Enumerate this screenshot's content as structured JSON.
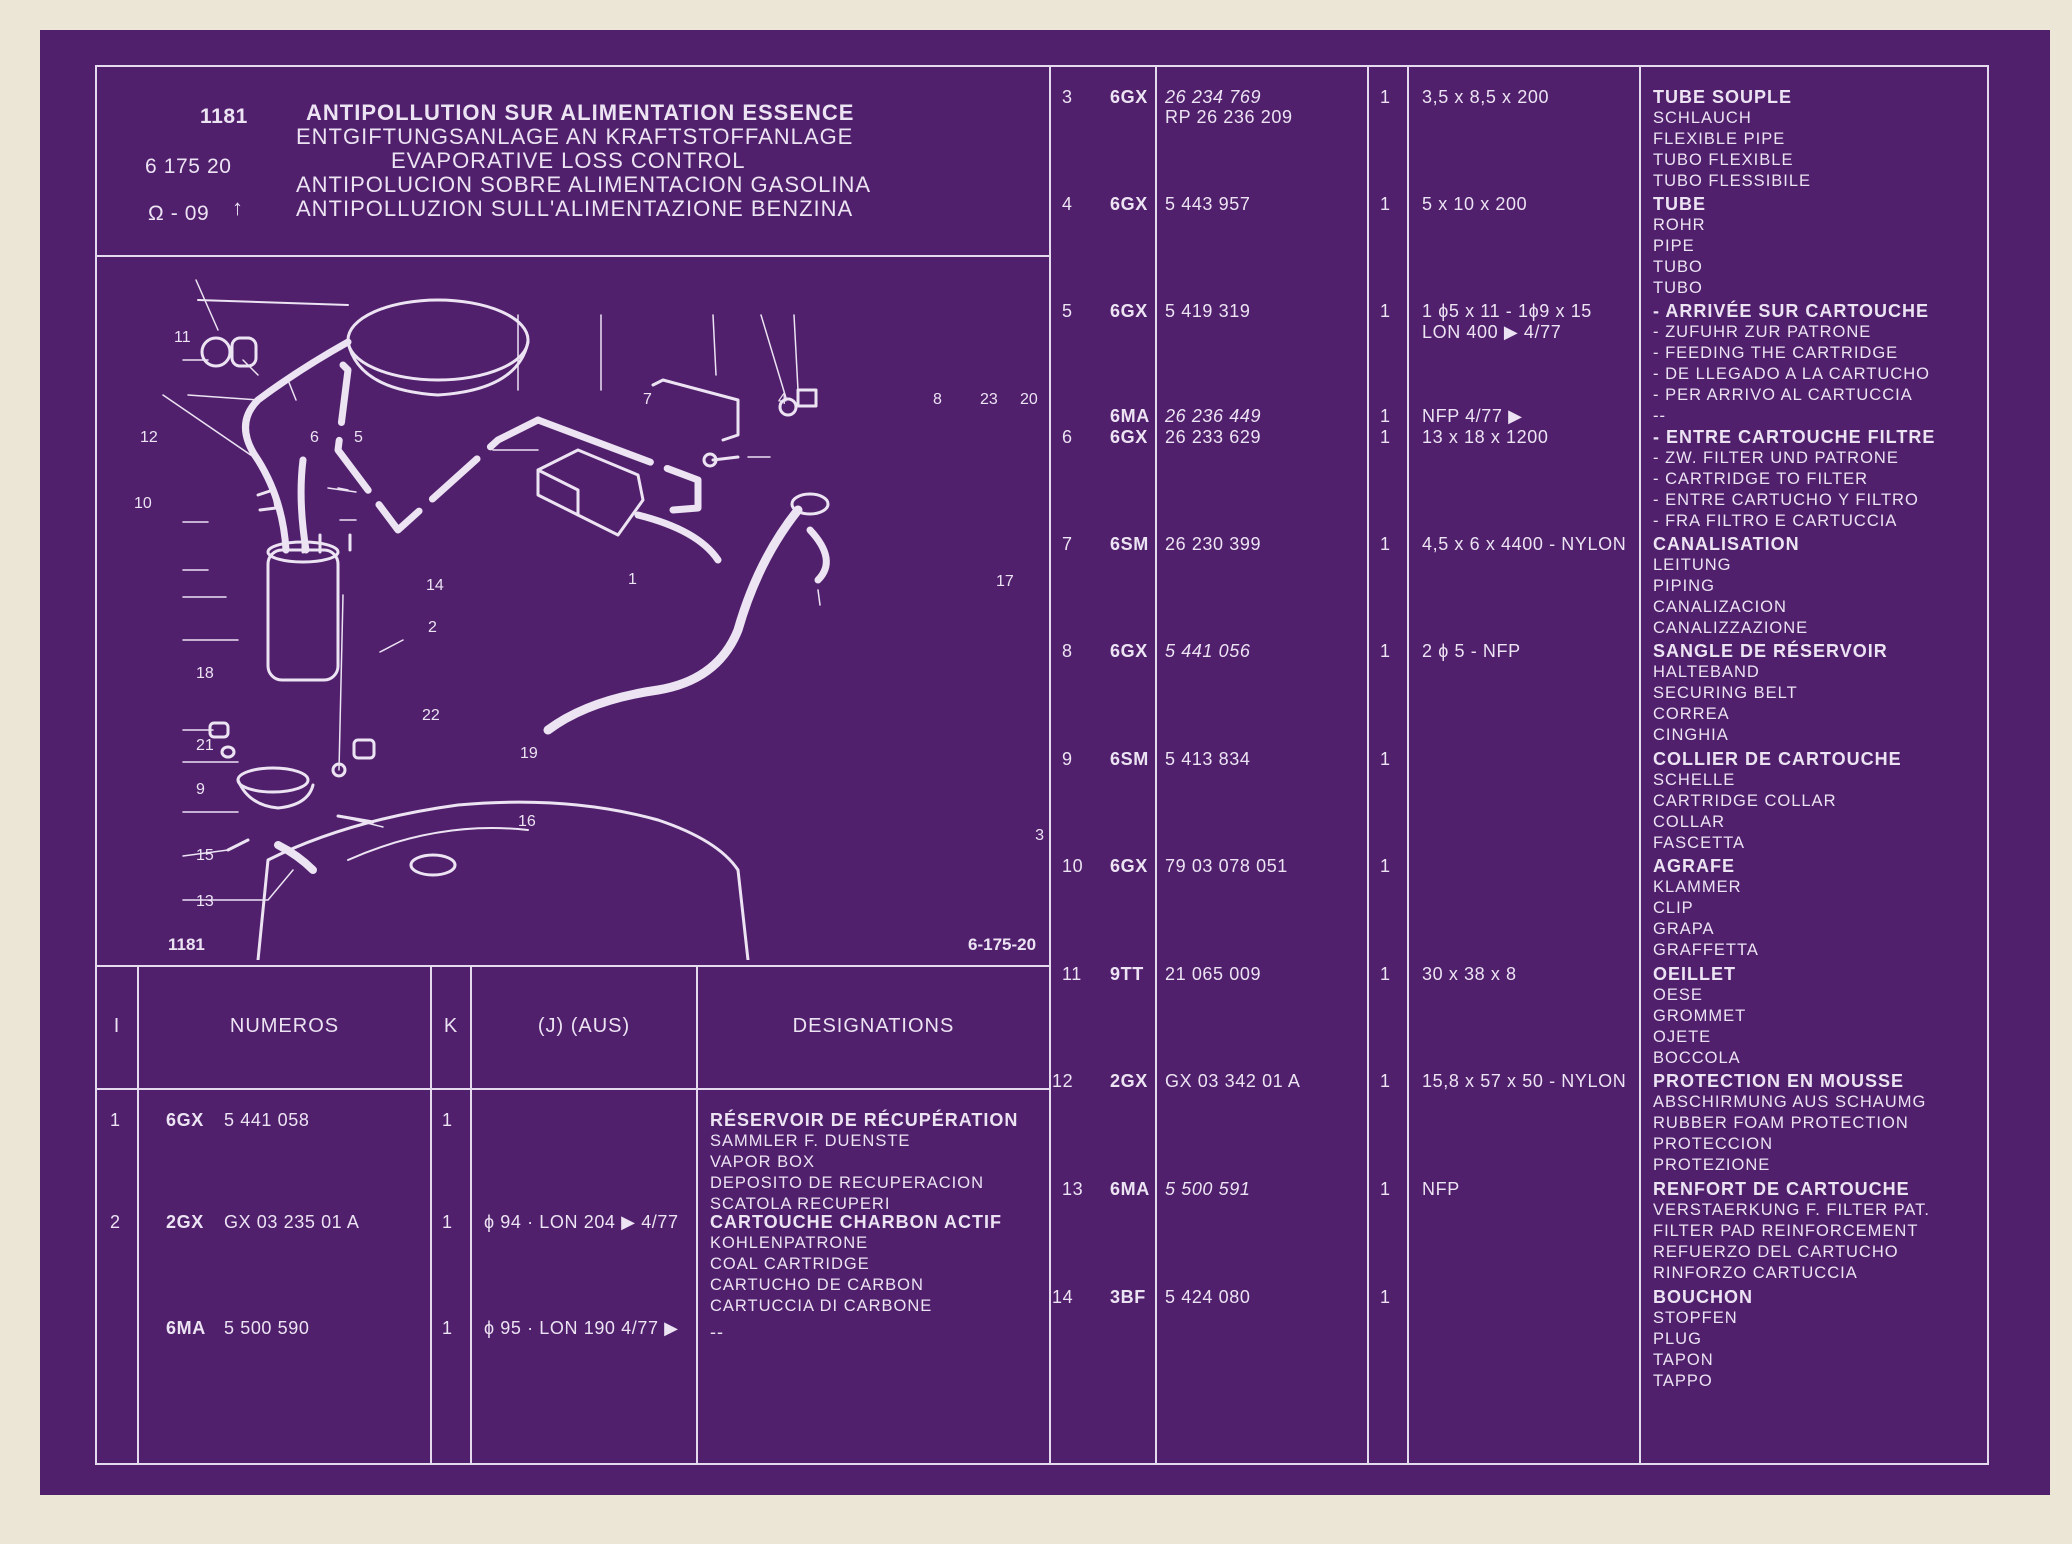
{
  "header": {
    "code": "1181",
    "ref": "6  175  20",
    "mark": "Ω - 09",
    "titles": [
      "ANTIPOLLUTION SUR ALIMENTATION ESSENCE",
      "ENTGIFTUNGSANLAGE AN KRAFTSTOFFANLAGE",
      "EVAPORATIVE LOSS CONTROL",
      "ANTIPOLUCION SOBRE ALIMENTACION GASOLINA",
      "ANTIPOLLUZION SULL'ALIMENTAZIONE BENZINA"
    ]
  },
  "diagram": {
    "code_left": "1181",
    "code_right": "6-175-20",
    "callouts": [
      "11",
      "12",
      "6",
      "5",
      "10",
      "7",
      "4",
      "8",
      "23",
      "20",
      "1",
      "14",
      "17",
      "2",
      "18",
      "21",
      "22",
      "19",
      "9",
      "16",
      "15",
      "13",
      "3"
    ]
  },
  "columns": {
    "i": "I",
    "numeros": "NUMEROS",
    "k": "K",
    "aus": "(J) (AUS)",
    "designations": "DESIGNATIONS"
  },
  "left_rows": [
    {
      "i": "1",
      "prefix": "6GX",
      "number": "5  441  058",
      "k": "1",
      "spec": "",
      "desc": [
        "RÉSERVOIR  DE RÉCUPÉRATION",
        "SAMMLER F. DUENSTE",
        "VAPOR BOX",
        "DEPOSITO DE RECUPERACION",
        "SCATOLA RECUPERI"
      ]
    },
    {
      "i": "2",
      "prefix": "2GX",
      "number": "GX  03  235  01  A",
      "k": "1",
      "spec": "ϕ 94 · LON 204 ▶ 4/77",
      "desc": [
        "CARTOUCHE CHARBON ACTIF",
        "KOHLENPATRONE",
        "COAL CARTRIDGE",
        "CARTUCHO DE CARBON",
        "CARTUCCIA DI CARBONE"
      ]
    },
    {
      "i": "",
      "prefix": "6MA",
      "number": "5  500  590",
      "k": "1",
      "spec": "ϕ 95 · LON 190 4/77 ▶",
      "desc": [
        "--"
      ]
    }
  ],
  "right_rows": [
    {
      "i": "3",
      "prefix": "6GX",
      "number": "26  234  769",
      "number2": "RP 26  236  209",
      "k": "1",
      "spec": "3,5 x 8,5 x 200",
      "spec2": "",
      "desc": [
        "TUBE SOUPLE",
        "SCHLAUCH",
        "FLEXIBLE PIPE",
        "TUBO FLEXIBLE",
        "TUBO FLESSIBILE"
      ]
    },
    {
      "i": "4",
      "prefix": "6GX",
      "number": "5  443  957",
      "number2": "",
      "k": "1",
      "spec": "5 x 10 x 200",
      "spec2": "",
      "desc": [
        "TUBE",
        "ROHR",
        "PIPE",
        "TUBO",
        "TUBO"
      ]
    },
    {
      "i": "5",
      "prefix": "6GX",
      "number": "5  419  319",
      "number2": "",
      "k": "1",
      "spec": "1 ϕ5 x 11 - 1ϕ9 x 15",
      "spec2": "LON 400            ▶ 4/77",
      "desc": [
        "- ARRIVÉE SUR CARTOUCHE",
        "- ZUFUHR ZUR PATRONE",
        "- FEEDING THE CARTRIDGE",
        "- DE LLEGADO A LA CARTUCHO",
        "- PER ARRIVO AL CARTUCCIA",
        "--"
      ]
    },
    {
      "i": "",
      "prefix": "6MA",
      "number": "26  236  449",
      "number2": "",
      "k": "1",
      "spec": "NFP                4/77 ▶",
      "spec2": "",
      "desc": []
    },
    {
      "i": "6",
      "prefix": "6GX",
      "number": "26  233  629",
      "number2": "",
      "k": "1",
      "spec": "13 x 18 x 1200",
      "spec2": "",
      "desc": [
        "- ENTRE CARTOUCHE FILTRE",
        "- ZW. FILTER UND PATRONE",
        "- CARTRIDGE TO FILTER",
        "- ENTRE CARTUCHO Y FILTRO",
        "- FRA FILTRO E CARTUCCIA"
      ]
    },
    {
      "i": "7",
      "prefix": "6SM",
      "number": "26  230  399",
      "number2": "",
      "k": "1",
      "spec": "4,5 x 6 x 4400 - NYLON",
      "spec2": "",
      "desc": [
        "CANALISATION",
        "LEITUNG",
        "PIPING",
        "CANALIZACION",
        "CANALIZZAZIONE"
      ]
    },
    {
      "i": "8",
      "prefix": "6GX",
      "number": "5  441  056",
      "number2": "",
      "k": "1",
      "spec": "2 ϕ 5 - NFP",
      "spec2": "",
      "desc": [
        "SANGLE DE RÉSERVOIR",
        "HALTEBAND",
        "SECURING BELT",
        "CORREA",
        "CINGHIA"
      ]
    },
    {
      "i": "9",
      "prefix": "6SM",
      "number": "5  413  834",
      "number2": "",
      "k": "1",
      "spec": "",
      "spec2": "",
      "desc": [
        "COLLIER DE CARTOUCHE",
        "SCHELLE",
        "CARTRIDGE COLLAR",
        "COLLAR",
        "FASCETTA"
      ]
    },
    {
      "i": "10",
      "prefix": "6GX",
      "number": "79  03  078  051",
      "number2": "",
      "k": "1",
      "spec": "",
      "spec2": "",
      "desc": [
        "AGRAFE",
        "KLAMMER",
        "CLIP",
        "GRAPA",
        "GRAFFETTA"
      ]
    },
    {
      "i": "11",
      "prefix": "9TT",
      "number": "21  065  009",
      "number2": "",
      "k": "1",
      "spec": "30 x 38 x 8",
      "spec2": "",
      "desc": [
        "OEILLET",
        "OESE",
        "GROMMET",
        "OJETE",
        "BOCCOLA"
      ]
    },
    {
      "i": "12",
      "prefix": "2GX",
      "number": "GX  03  342  01  A",
      "number2": "",
      "k": "1",
      "spec": "15,8 x 57 x 50 - NYLON",
      "spec2": "",
      "desc": [
        "PROTECTION EN MOUSSE",
        "ABSCHIRMUNG AUS SCHAUMG",
        "RUBBER FOAM PROTECTION",
        "PROTECCION",
        "PROTEZIONE"
      ]
    },
    {
      "i": "13",
      "prefix": "6MA",
      "number": "5  500  591",
      "number2": "",
      "k": "1",
      "spec": "NFP",
      "spec2": "",
      "desc": [
        "RENFORT DE CARTOUCHE",
        "VERSTAERKUNG F. FILTER PAT.",
        "FILTER PAD REINFORCEMENT",
        "REFUERZO DEL CARTUCHO",
        "RINFORZO CARTUCCIA"
      ]
    },
    {
      "i": "14",
      "prefix": "3BF",
      "number": "5  424  080",
      "number2": "",
      "k": "1",
      "spec": "",
      "spec2": "",
      "desc": [
        "BOUCHON",
        "STOPFEN",
        "PLUG",
        "TAPON",
        "TAPPO"
      ]
    }
  ],
  "colors": {
    "background": "#51206d",
    "ink": "#ece3f3",
    "paper": "#ebe6d6"
  }
}
